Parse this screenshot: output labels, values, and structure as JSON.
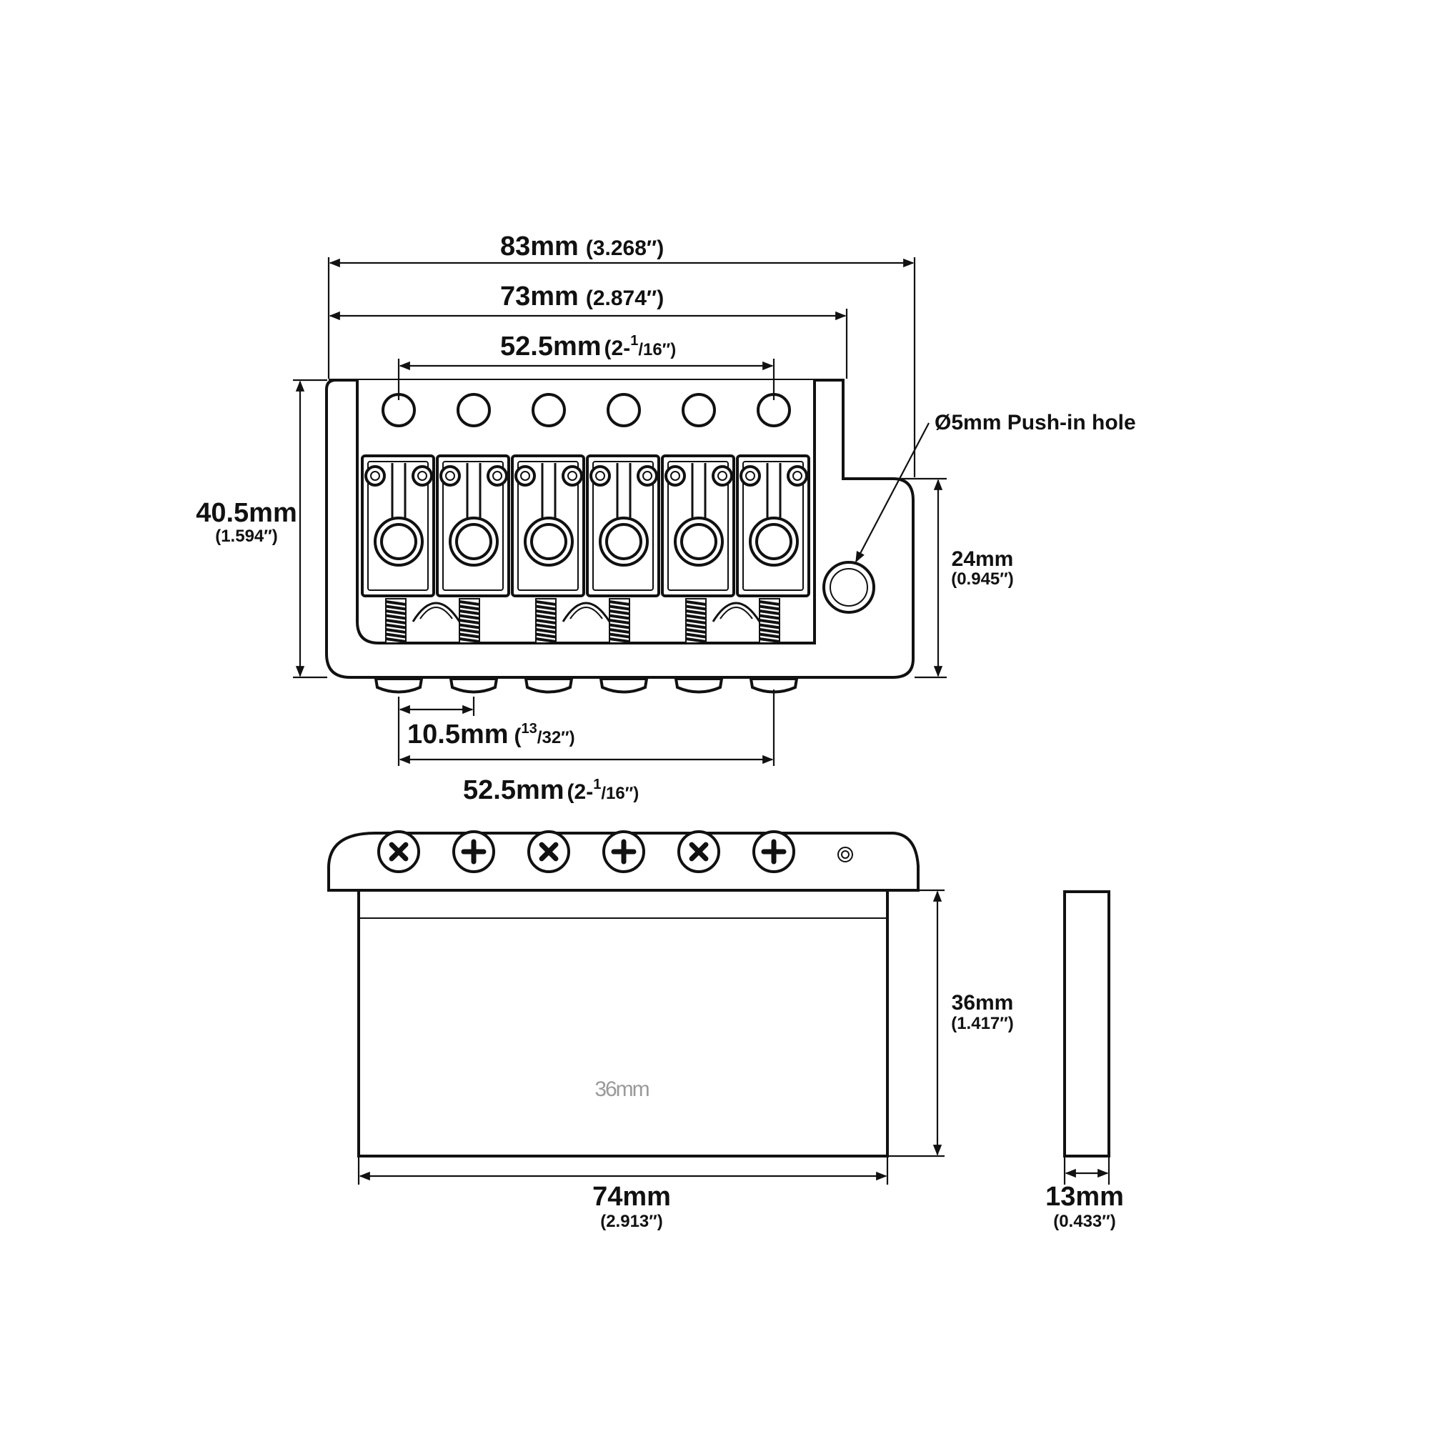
{
  "top_view": {
    "overall_width": {
      "mm": "83mm",
      "inch": "(3.268″)"
    },
    "plate_width": {
      "mm": "73mm",
      "inch": "(2.874″)"
    },
    "string_spacing_top": {
      "mm": "52.5mm",
      "inch_whole": "(2-",
      "inch_num": "1",
      "inch_den": "/16″)"
    },
    "height": {
      "mm": "40.5mm",
      "inch": "(1.594″)"
    },
    "side_height": {
      "mm": "24mm",
      "inch": "(0.945″)"
    },
    "push_in_hole": "Ø5mm Push-in hole",
    "saddle_spacing": {
      "mm": "10.5mm",
      "inch_open": "(",
      "inch_num": "13",
      "inch_den": "/32″)"
    },
    "string_spacing_bottom": {
      "mm": "52.5mm",
      "inch_whole": "(2-",
      "inch_num": "1",
      "inch_den": "/16″)"
    }
  },
  "front_view": {
    "block_label": "36mm",
    "block_height": {
      "mm": "36mm",
      "inch": "(1.417″)"
    },
    "block_width": {
      "mm": "74mm",
      "inch": "(2.913″)"
    }
  },
  "side_view": {
    "thickness": {
      "mm": "13mm",
      "inch": "(0.433″)"
    }
  },
  "saddle_count": 6
}
